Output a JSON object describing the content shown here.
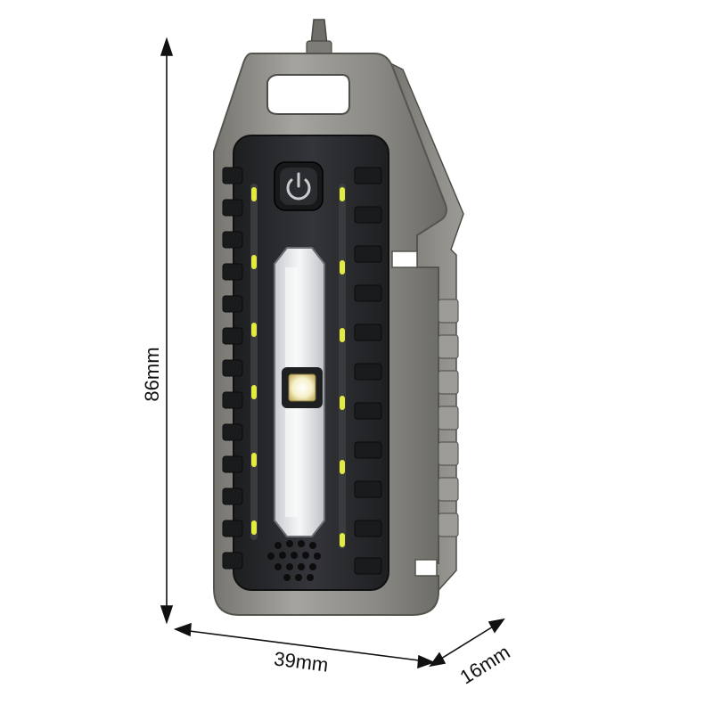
{
  "dimensions": {
    "height": "86mm",
    "width": "39mm",
    "depth": "16mm"
  },
  "colors": {
    "metal": "#8d8c88",
    "metal_dark": "#5e5d5a",
    "metal_light": "#b9b8b3",
    "panel": "#2a2b2d",
    "panel_edge": "#111214",
    "led_strip": "#e7ef4a",
    "lens": "#e9ecef",
    "led_chip": "#fffbe0",
    "button": "#1f2022"
  },
  "icons": {
    "power_button": "power-icon",
    "speaker": "speaker-grille"
  }
}
